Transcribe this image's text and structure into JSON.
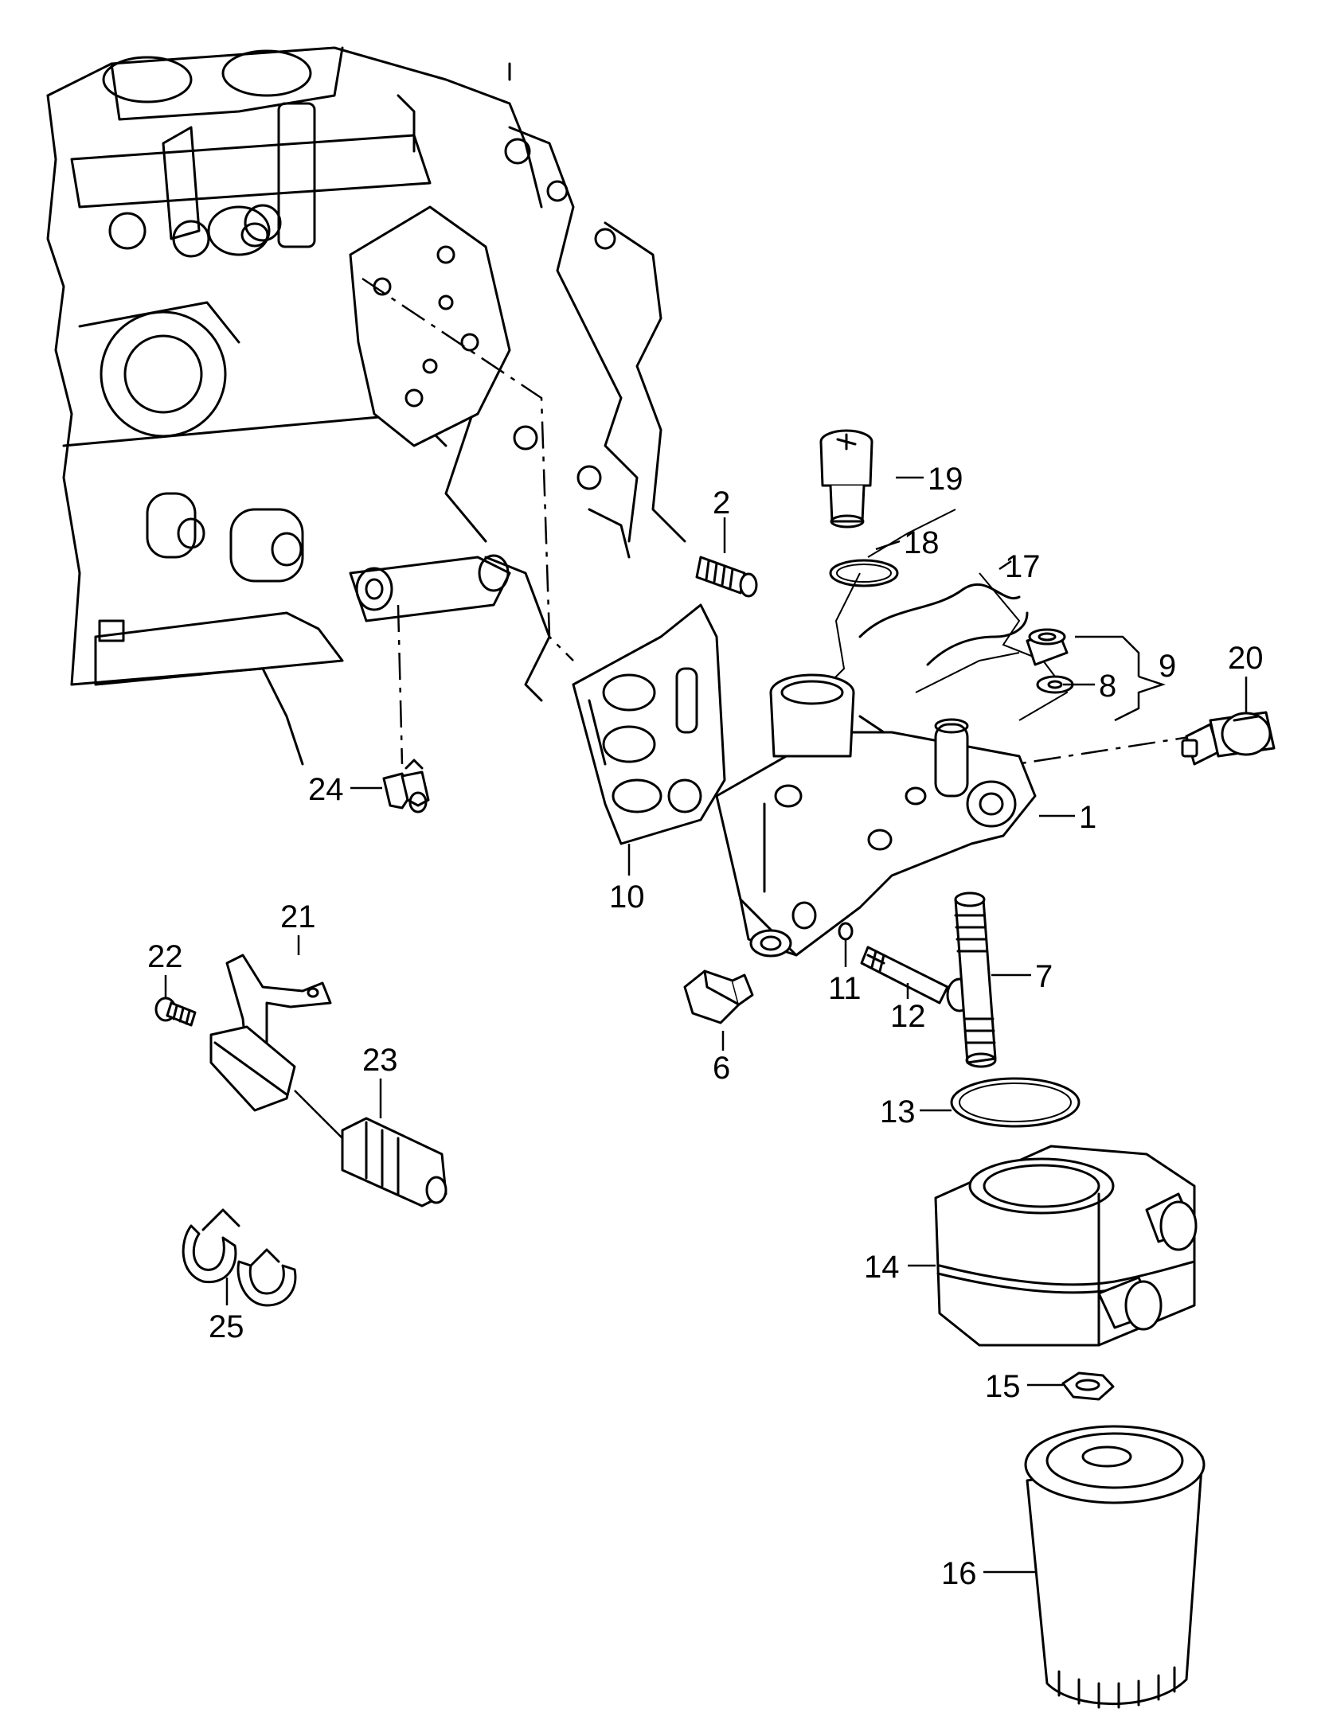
{
  "diagram": {
    "callouts": [
      {
        "id": "c1",
        "label": "1"
      },
      {
        "id": "c2",
        "label": "2"
      },
      {
        "id": "c6",
        "label": "6"
      },
      {
        "id": "c7",
        "label": "7"
      },
      {
        "id": "c8",
        "label": "8"
      },
      {
        "id": "c9",
        "label": "9"
      },
      {
        "id": "c10",
        "label": "10"
      },
      {
        "id": "c11",
        "label": "11"
      },
      {
        "id": "c12",
        "label": "12"
      },
      {
        "id": "c13",
        "label": "13"
      },
      {
        "id": "c14",
        "label": "14"
      },
      {
        "id": "c15",
        "label": "15"
      },
      {
        "id": "c16",
        "label": "16"
      },
      {
        "id": "c17",
        "label": "17"
      },
      {
        "id": "c18",
        "label": "18"
      },
      {
        "id": "c19",
        "label": "19"
      },
      {
        "id": "c20",
        "label": "20"
      },
      {
        "id": "c21",
        "label": "21"
      },
      {
        "id": "c22",
        "label": "22"
      },
      {
        "id": "c23",
        "label": "23"
      },
      {
        "id": "c24",
        "label": "24"
      },
      {
        "id": "c25",
        "label": "25"
      }
    ]
  }
}
